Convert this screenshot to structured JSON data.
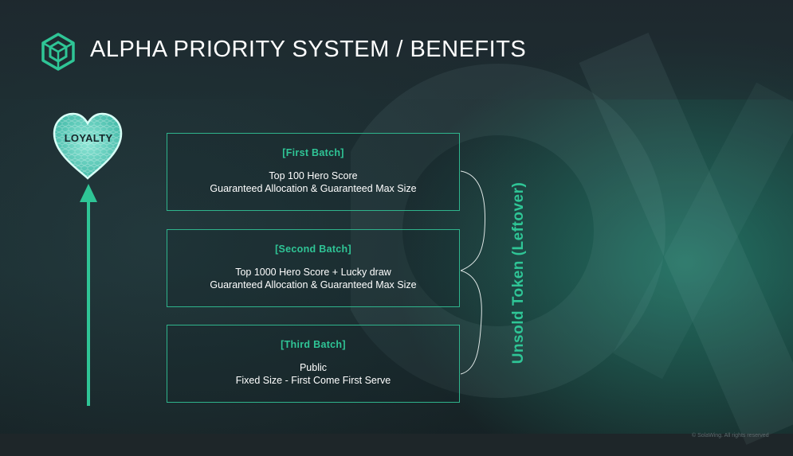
{
  "header": {
    "title": "ALPHA PRIORITY SYSTEM / BENEFITS"
  },
  "loyalty": {
    "label": "LOYALTY"
  },
  "batches": [
    {
      "heading": "[First Batch]",
      "line1": "Top 100 Hero Score",
      "line2": "Guaranteed Allocation & Guaranteed Max Size"
    },
    {
      "heading": "[Second Batch]",
      "line1": "Top 1000 Hero Score + Lucky draw",
      "line2": "Guaranteed Allocation & Guaranteed Max Size"
    },
    {
      "heading": "[Third Batch]",
      "line1": "Public",
      "line2": "Fixed Size - First Come First Serve"
    }
  ],
  "side_label": "Unsold Token (Leftover)",
  "footer": {
    "copyright": "© SolaWing. All rights reserved"
  },
  "colors": {
    "accent": "#2fc596",
    "border": "#2fb48c",
    "background": "#1a2c2f"
  },
  "icons": {
    "logo": "hexagon-logo-icon",
    "heart": "heart-icon",
    "arrow": "arrow-up-icon"
  }
}
